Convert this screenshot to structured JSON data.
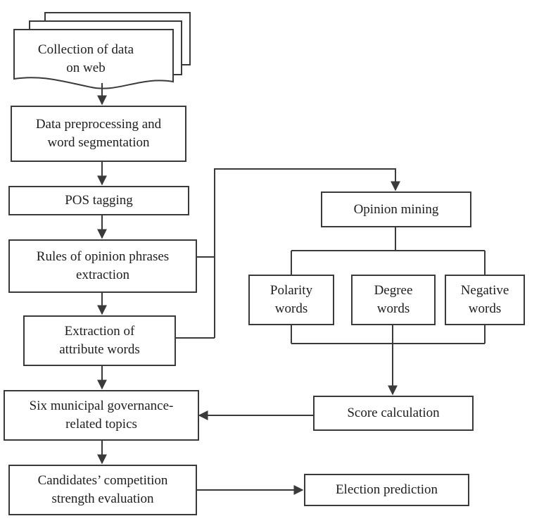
{
  "flowchart": {
    "collection": "Collection of data\non web",
    "preprocessing": "Data preprocessing and\nword segmentation",
    "pos_tagging": "POS tagging",
    "rules": "Rules of opinion phrases\nextraction",
    "extraction": "Extraction of\nattribute words",
    "topics": "Six municipal governance-\nrelated topics",
    "evaluation": "Candidates’ competition\nstrength evaluation",
    "opinion_mining": "Opinion mining",
    "polarity": "Polarity\nwords",
    "degree": "Degree\nwords",
    "negative": "Negative\nwords",
    "score": "Score calculation",
    "election": "Election prediction"
  }
}
